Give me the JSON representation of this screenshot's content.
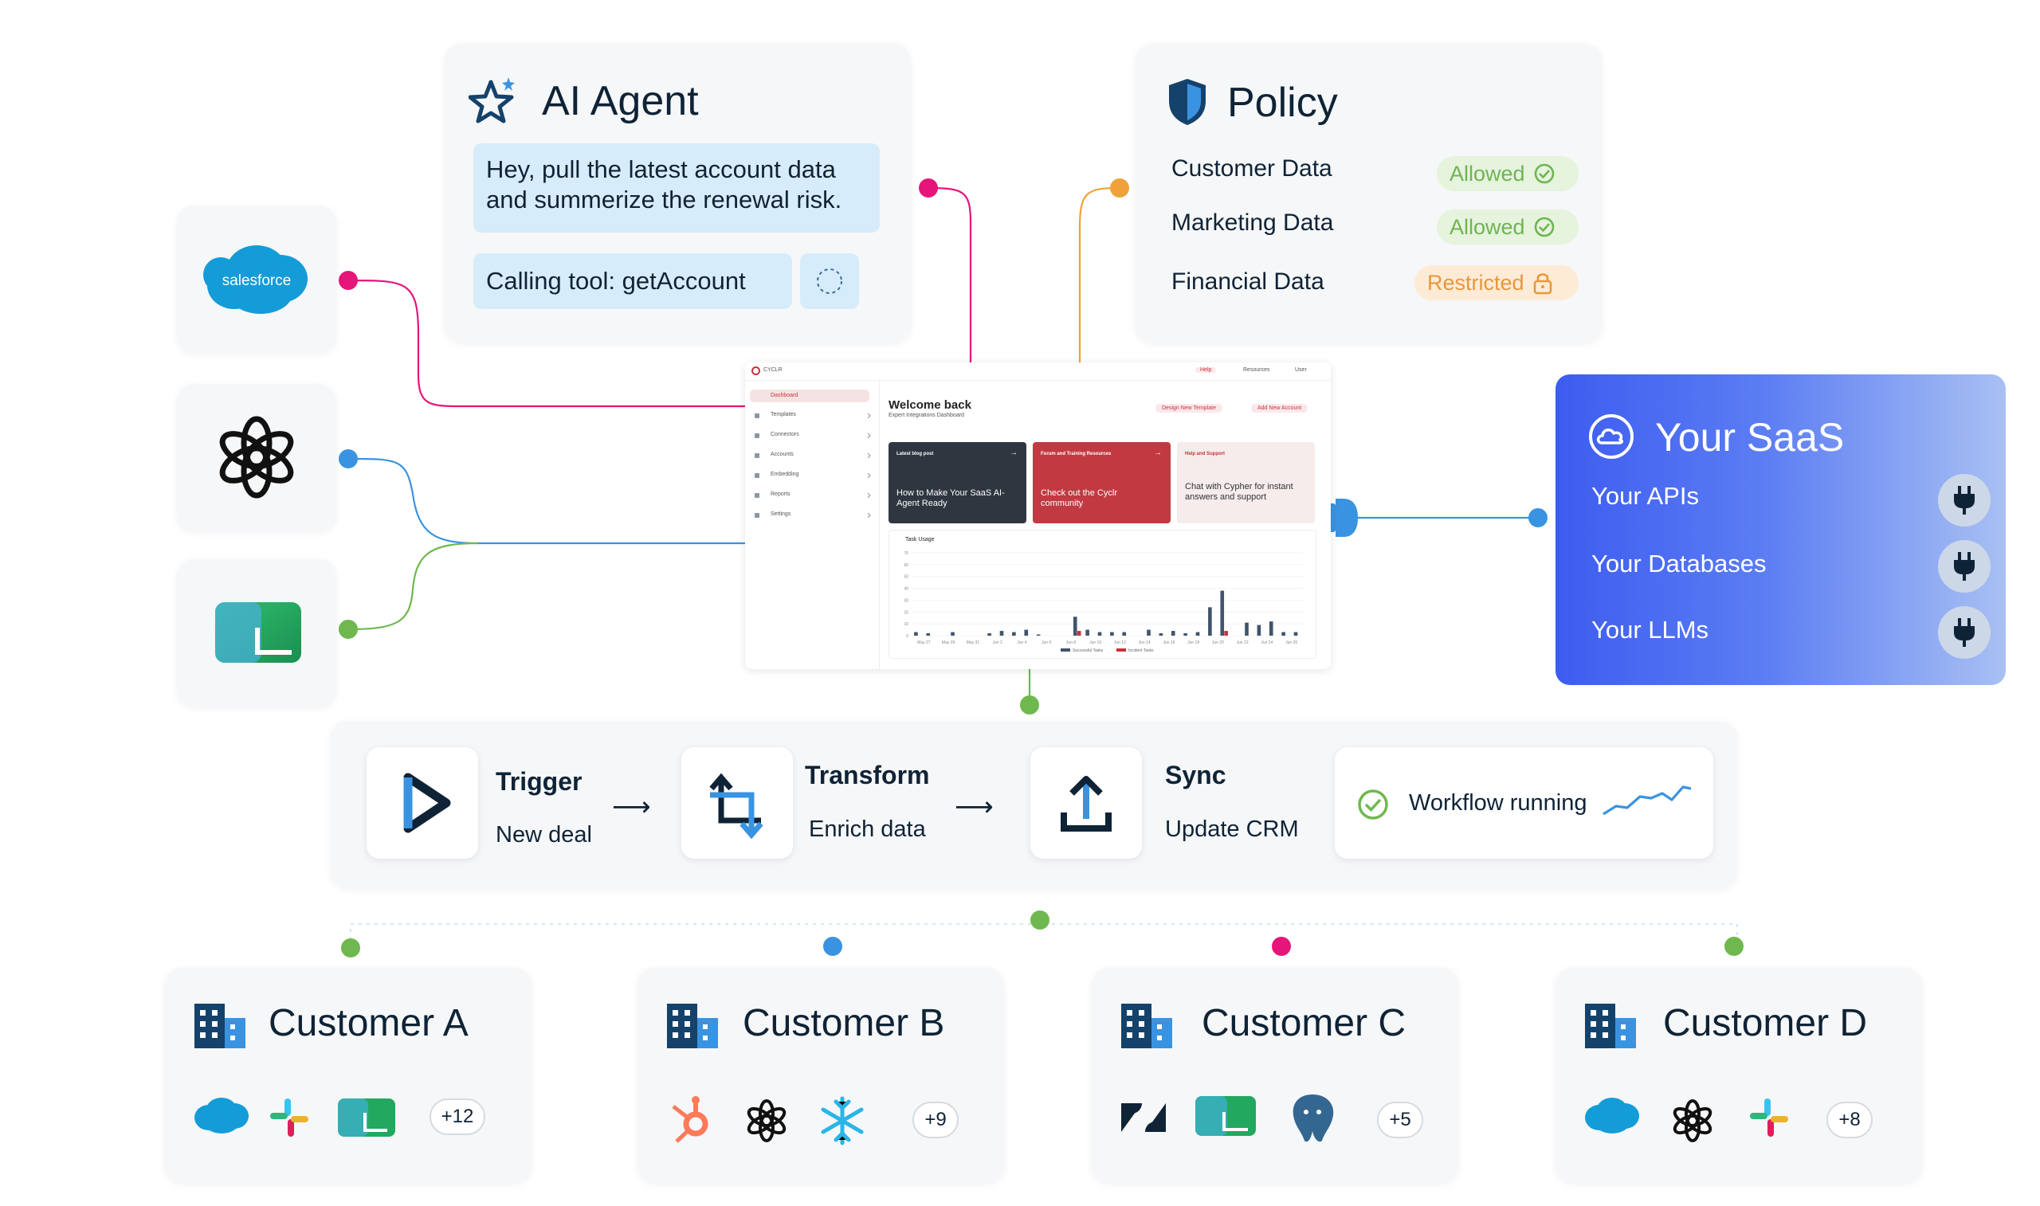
{
  "agent": {
    "title": "AI Agent",
    "message": "Hey, pull the latest account data and summerize the renewal risk.",
    "tool_call": "Calling tool: getAccount"
  },
  "policy": {
    "title": "Policy",
    "rows": [
      {
        "label": "Customer Data",
        "status": "Allowed"
      },
      {
        "label": "Marketing Data",
        "status": "Allowed"
      },
      {
        "label": "Financial Data",
        "status": "Restricted"
      }
    ],
    "colors": {
      "allowed": "#6eb552",
      "restricted": "#e8973a"
    }
  },
  "sources": [
    {
      "name": "salesforce",
      "icon": "salesforce-cloud-icon"
    },
    {
      "name": "",
      "icon": "openai-knot-icon"
    },
    {
      "name": "",
      "icon": "green-sheet-icon"
    }
  ],
  "saas": {
    "title": "Your SaaS",
    "items": [
      "Your APIs",
      "Your Databases",
      "Your LLMs"
    ]
  },
  "dashboard": {
    "brand": "CYCLR",
    "top_links": [
      "Help",
      "Resources",
      "User"
    ],
    "nav": [
      "Dashboard",
      "Templates",
      "Connectors",
      "Accounts",
      "Embedding",
      "Reports",
      "Settings"
    ],
    "welcome": "Welcome back",
    "welcome_sub": "Expert Integrations Dashboard",
    "actions": [
      "Design New Template",
      "Add New Account"
    ],
    "tiles": [
      {
        "kicker": "Latest blog post",
        "text": "How to Make Your SaaS AI-Agent Ready"
      },
      {
        "kicker": "Forum and Training Resources",
        "text": "Check out the Cyclr community"
      },
      {
        "kicker": "Help and Support",
        "text": "Chat with Cypher for instant answers and support"
      }
    ],
    "chart_title": "Task Usage",
    "legend": [
      "Successful Tasks",
      "Incident Tasks"
    ],
    "y_ticks": [
      "70",
      "60",
      "50",
      "40",
      "30",
      "20",
      "10",
      "0"
    ],
    "x_ticks": [
      "May 27",
      "May 29",
      "May 31",
      "Jun 2",
      "Jun 4",
      "Jun 6",
      "Jun 8",
      "Jun 10",
      "Jun 12",
      "Jun 14",
      "Jun 16",
      "Jun 18",
      "Jun 20",
      "Jun 22",
      "Jun 24",
      "Jun 26"
    ],
    "success": [
      3,
      2,
      0,
      3,
      0,
      0,
      2,
      4,
      3,
      5,
      1,
      0,
      0,
      16,
      5,
      3,
      3,
      3,
      0,
      5,
      2,
      4,
      2,
      3,
      24,
      38,
      0,
      11,
      9,
      12,
      3,
      3
    ],
    "incident": [
      0,
      0,
      0,
      0,
      0,
      0,
      0,
      0,
      0,
      0,
      0,
      0,
      0,
      4,
      0,
      0,
      0,
      0,
      0,
      0,
      0,
      0,
      0,
      0,
      0,
      4,
      0,
      0,
      0,
      0,
      0,
      0
    ],
    "colors": {
      "success": "#40546c",
      "incident": "#c8323c"
    }
  },
  "workflow": {
    "steps": [
      {
        "title": "Trigger",
        "sub": "New deal"
      },
      {
        "title": "Transform",
        "sub": "Enrich data"
      },
      {
        "title": "Sync",
        "sub": "Update CRM"
      }
    ],
    "status": "Workflow running"
  },
  "customers": [
    {
      "name": "Customer A",
      "more": "+12",
      "apps": [
        "salesforce",
        "slack",
        "green-sheet"
      ]
    },
    {
      "name": "Customer B",
      "more": "+9",
      "apps": [
        "hubspot",
        "openai",
        "snowflake"
      ]
    },
    {
      "name": "Customer C",
      "more": "+5",
      "apps": [
        "zendesk",
        "green-sheet",
        "postgresql"
      ]
    },
    {
      "name": "Customer D",
      "more": "+8",
      "apps": [
        "salesforce",
        "openai",
        "slack"
      ]
    }
  ],
  "colors": {
    "pink": "#e6157a",
    "blue": "#3a93e0",
    "green": "#6fb84f",
    "orange": "#efa23a",
    "navy": "#0f2336"
  }
}
